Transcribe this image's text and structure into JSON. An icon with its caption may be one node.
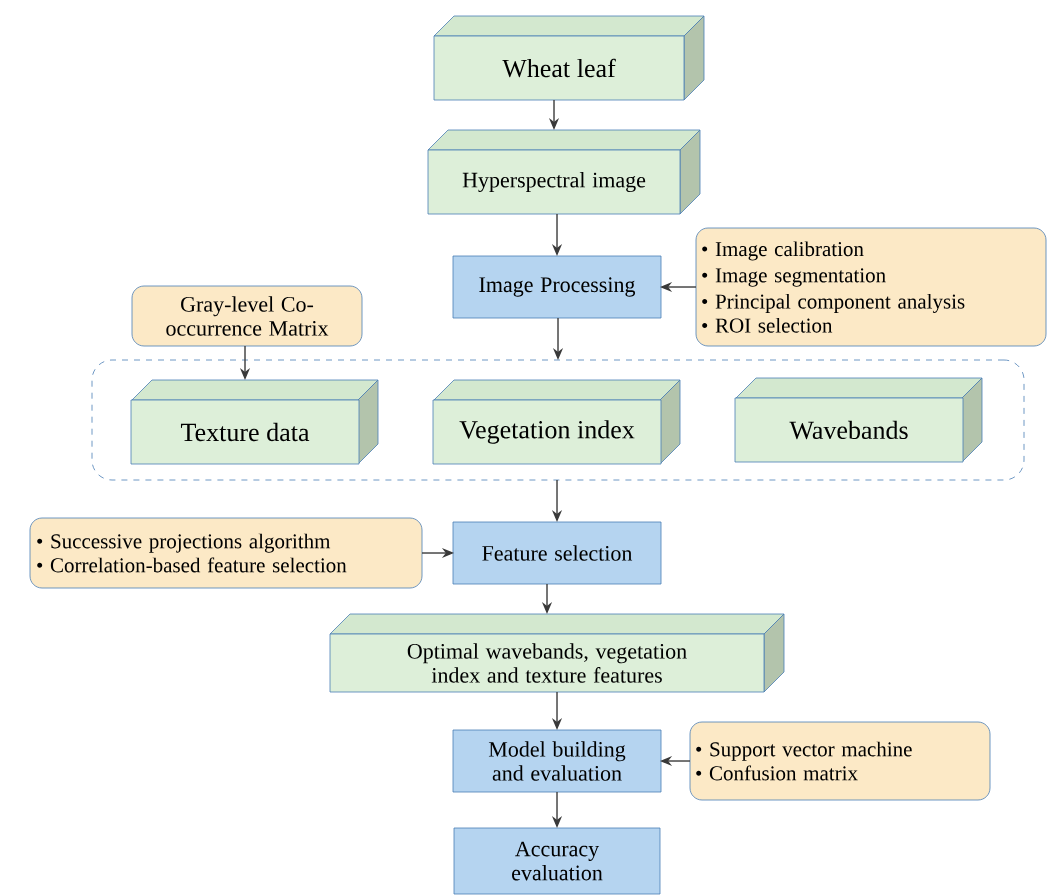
{
  "diagram": {
    "nodes": [
      {
        "text": [
          "Wheat leaf"
        ]
      },
      {
        "text": [
          "Hyperspectral image"
        ]
      },
      {
        "text": [
          "Image Processing"
        ]
      },
      {
        "text": [
          "• Image calibration",
          "• Image segmentation",
          "• Principal component analysis",
          "• ROI selection"
        ]
      },
      {
        "text": [
          "Gray-level Co-occurrence Matrix"
        ]
      },
      {
        "text": [],
        "shape": "box"
      },
      {
        "text": [
          "Texture data"
        ],
        "in": 5
      },
      {
        "text": [
          "Vegetation index"
        ],
        "in": 5
      },
      {
        "text": [
          "Wavebands"
        ],
        "in": 5
      },
      {
        "text": [
          "Feature selection"
        ]
      },
      {
        "text": [
          "• Successive projections algorithm",
          "• Correlation-based feature selection"
        ]
      },
      {
        "text": [
          "Optimal wavebands, vegetation index and texture features"
        ]
      },
      {
        "text": [
          "Model building and evaluation"
        ]
      },
      {
        "text": [
          "• Support vector machine",
          "• Confusion matrix"
        ]
      },
      {
        "text": [
          "Accuracy evaluation"
        ]
      }
    ],
    "edges": [
      {
        "from": 0,
        "to": 1,
        "arrow": "to"
      },
      {
        "from": 1,
        "to": 2,
        "arrow": "to"
      },
      {
        "from": 3,
        "to": 2,
        "arrow": "to"
      },
      {
        "from": 2,
        "to": 5,
        "arrow": "to"
      },
      {
        "from": 4,
        "to": 6,
        "arrow": "to"
      },
      {
        "from": 5,
        "to": 9,
        "arrow": "to"
      },
      {
        "from": 10,
        "to": 9,
        "arrow": "to"
      },
      {
        "from": 9,
        "to": 11,
        "arrow": "to"
      },
      {
        "from": 11,
        "to": 12,
        "arrow": "to"
      },
      {
        "from": 13,
        "to": 12,
        "arrow": "to"
      },
      {
        "from": 12,
        "to": 14,
        "arrow": "to"
      }
    ]
  }
}
